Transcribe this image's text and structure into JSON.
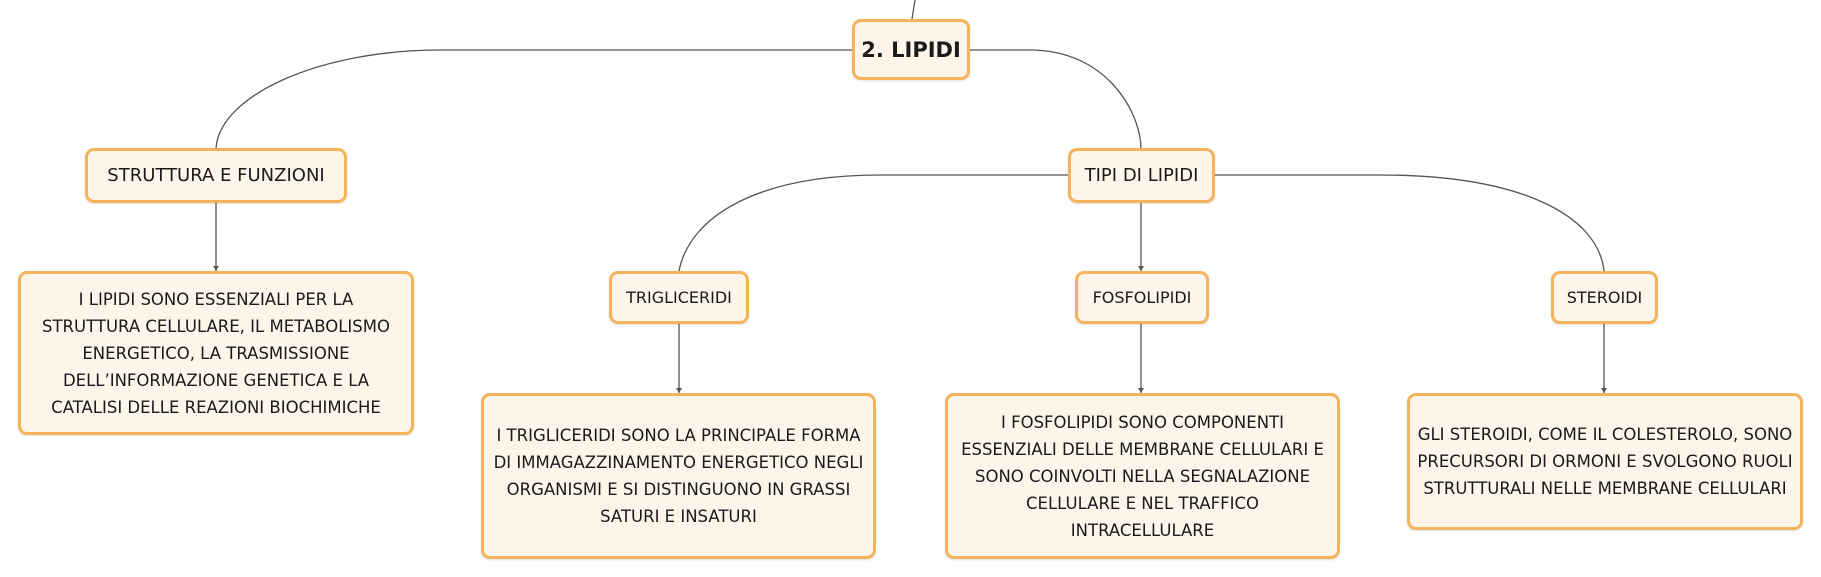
{
  "colors": {
    "node_border": "#f5b35a",
    "node_fill": "#fdf4ea",
    "connector": "#555555"
  },
  "root": {
    "label": "2. LIPIDI"
  },
  "branches": {
    "struttura": {
      "label": "STRUTTURA E FUNZIONI",
      "description": "I LIPIDI SONO ESSENZIALI PER LA STRUTTURA CELLULARE, IL METABOLISMO ENERGETICO, LA TRASMISSIONE DELL’INFORMAZIONE GENETICA E LA CATALISI DELLE REAZIONI BIOCHIMICHE"
    },
    "tipi": {
      "label": "TIPI DI LIPIDI",
      "children": {
        "trigliceridi": {
          "label": "TRIGLICERIDI",
          "description": "I TRIGLICERIDI SONO LA PRINCIPALE FORMA DI IMMAGAZZINAMENTO ENERGETICO NEGLI ORGANISMI E SI DISTINGUONO IN GRASSI SATURI E INSATURI"
        },
        "fosfolipidi": {
          "label": "FOSFOLIPIDI",
          "description": "I FOSFOLIPIDI SONO COMPONENTI ESSENZIALI DELLE MEMBRANE CELLULARI E SONO COINVOLTI NELLA SEGNALAZIONE CELLULARE E NEL TRAFFICO INTRACELLULARE"
        },
        "steroidi": {
          "label": "STEROIDI",
          "description": "GLI STEROIDI, COME IL COLESTEROLO, SONO PRECURSORI DI ORMONI E SVOLGONO RUOLI STRUTTURALI NELLE MEMBRANE CELLULARI"
        }
      }
    }
  }
}
